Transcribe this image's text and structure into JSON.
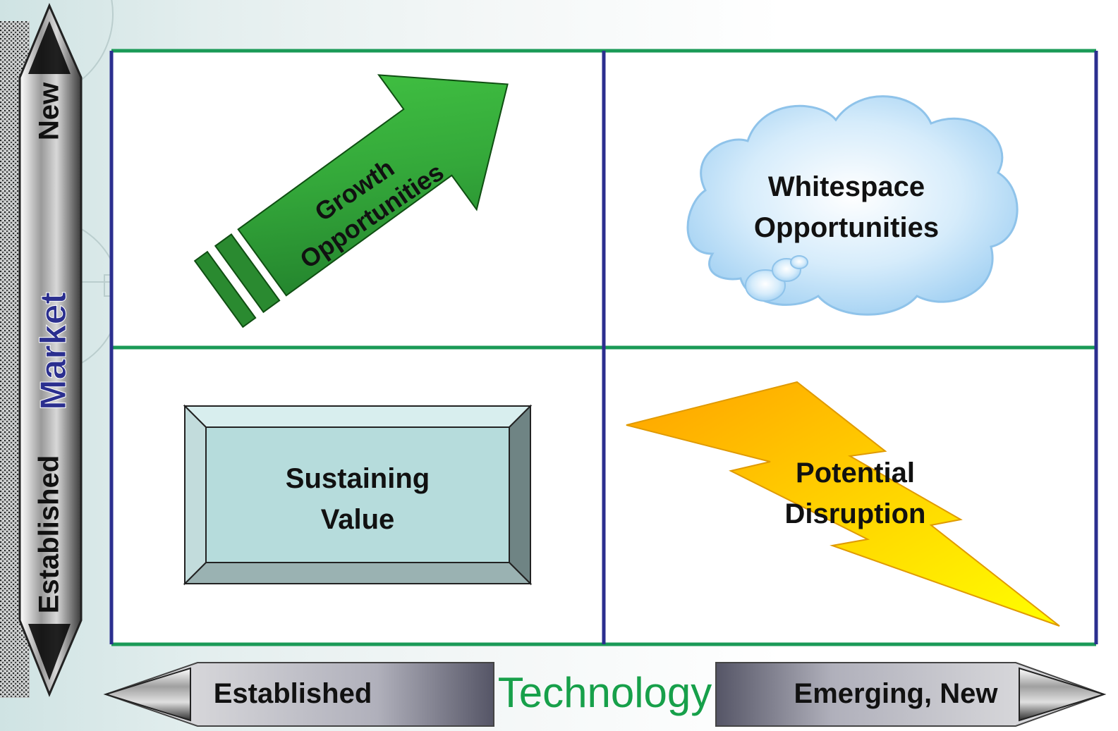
{
  "axis": {
    "y_title": "Market",
    "y_top": "New",
    "y_bottom": "Established",
    "x_title": "Technology",
    "x_left": "Established",
    "x_right": "Emerging, New"
  },
  "quadrants": {
    "top_left": {
      "line1": "Growth",
      "line2": "Opportunities"
    },
    "top_right": {
      "line1": "Whitespace",
      "line2": "Opportunities"
    },
    "bottom_left": {
      "line1": "Sustaining",
      "line2": "Value"
    },
    "bottom_right": {
      "line1": "Potential",
      "line2": "Disruption"
    }
  },
  "colors": {
    "grid_green": "#1a9a57",
    "grid_blue": "#2b2f8f",
    "technology_text": "#17a04a",
    "market_text": "#2b2f8f",
    "arrow_green": "#3cb83c",
    "cloud_blue": "#a9d6f5",
    "box_fill": "#b6dcdc",
    "bolt_orange": "#ffa500",
    "bolt_yellow": "#ffff00"
  }
}
